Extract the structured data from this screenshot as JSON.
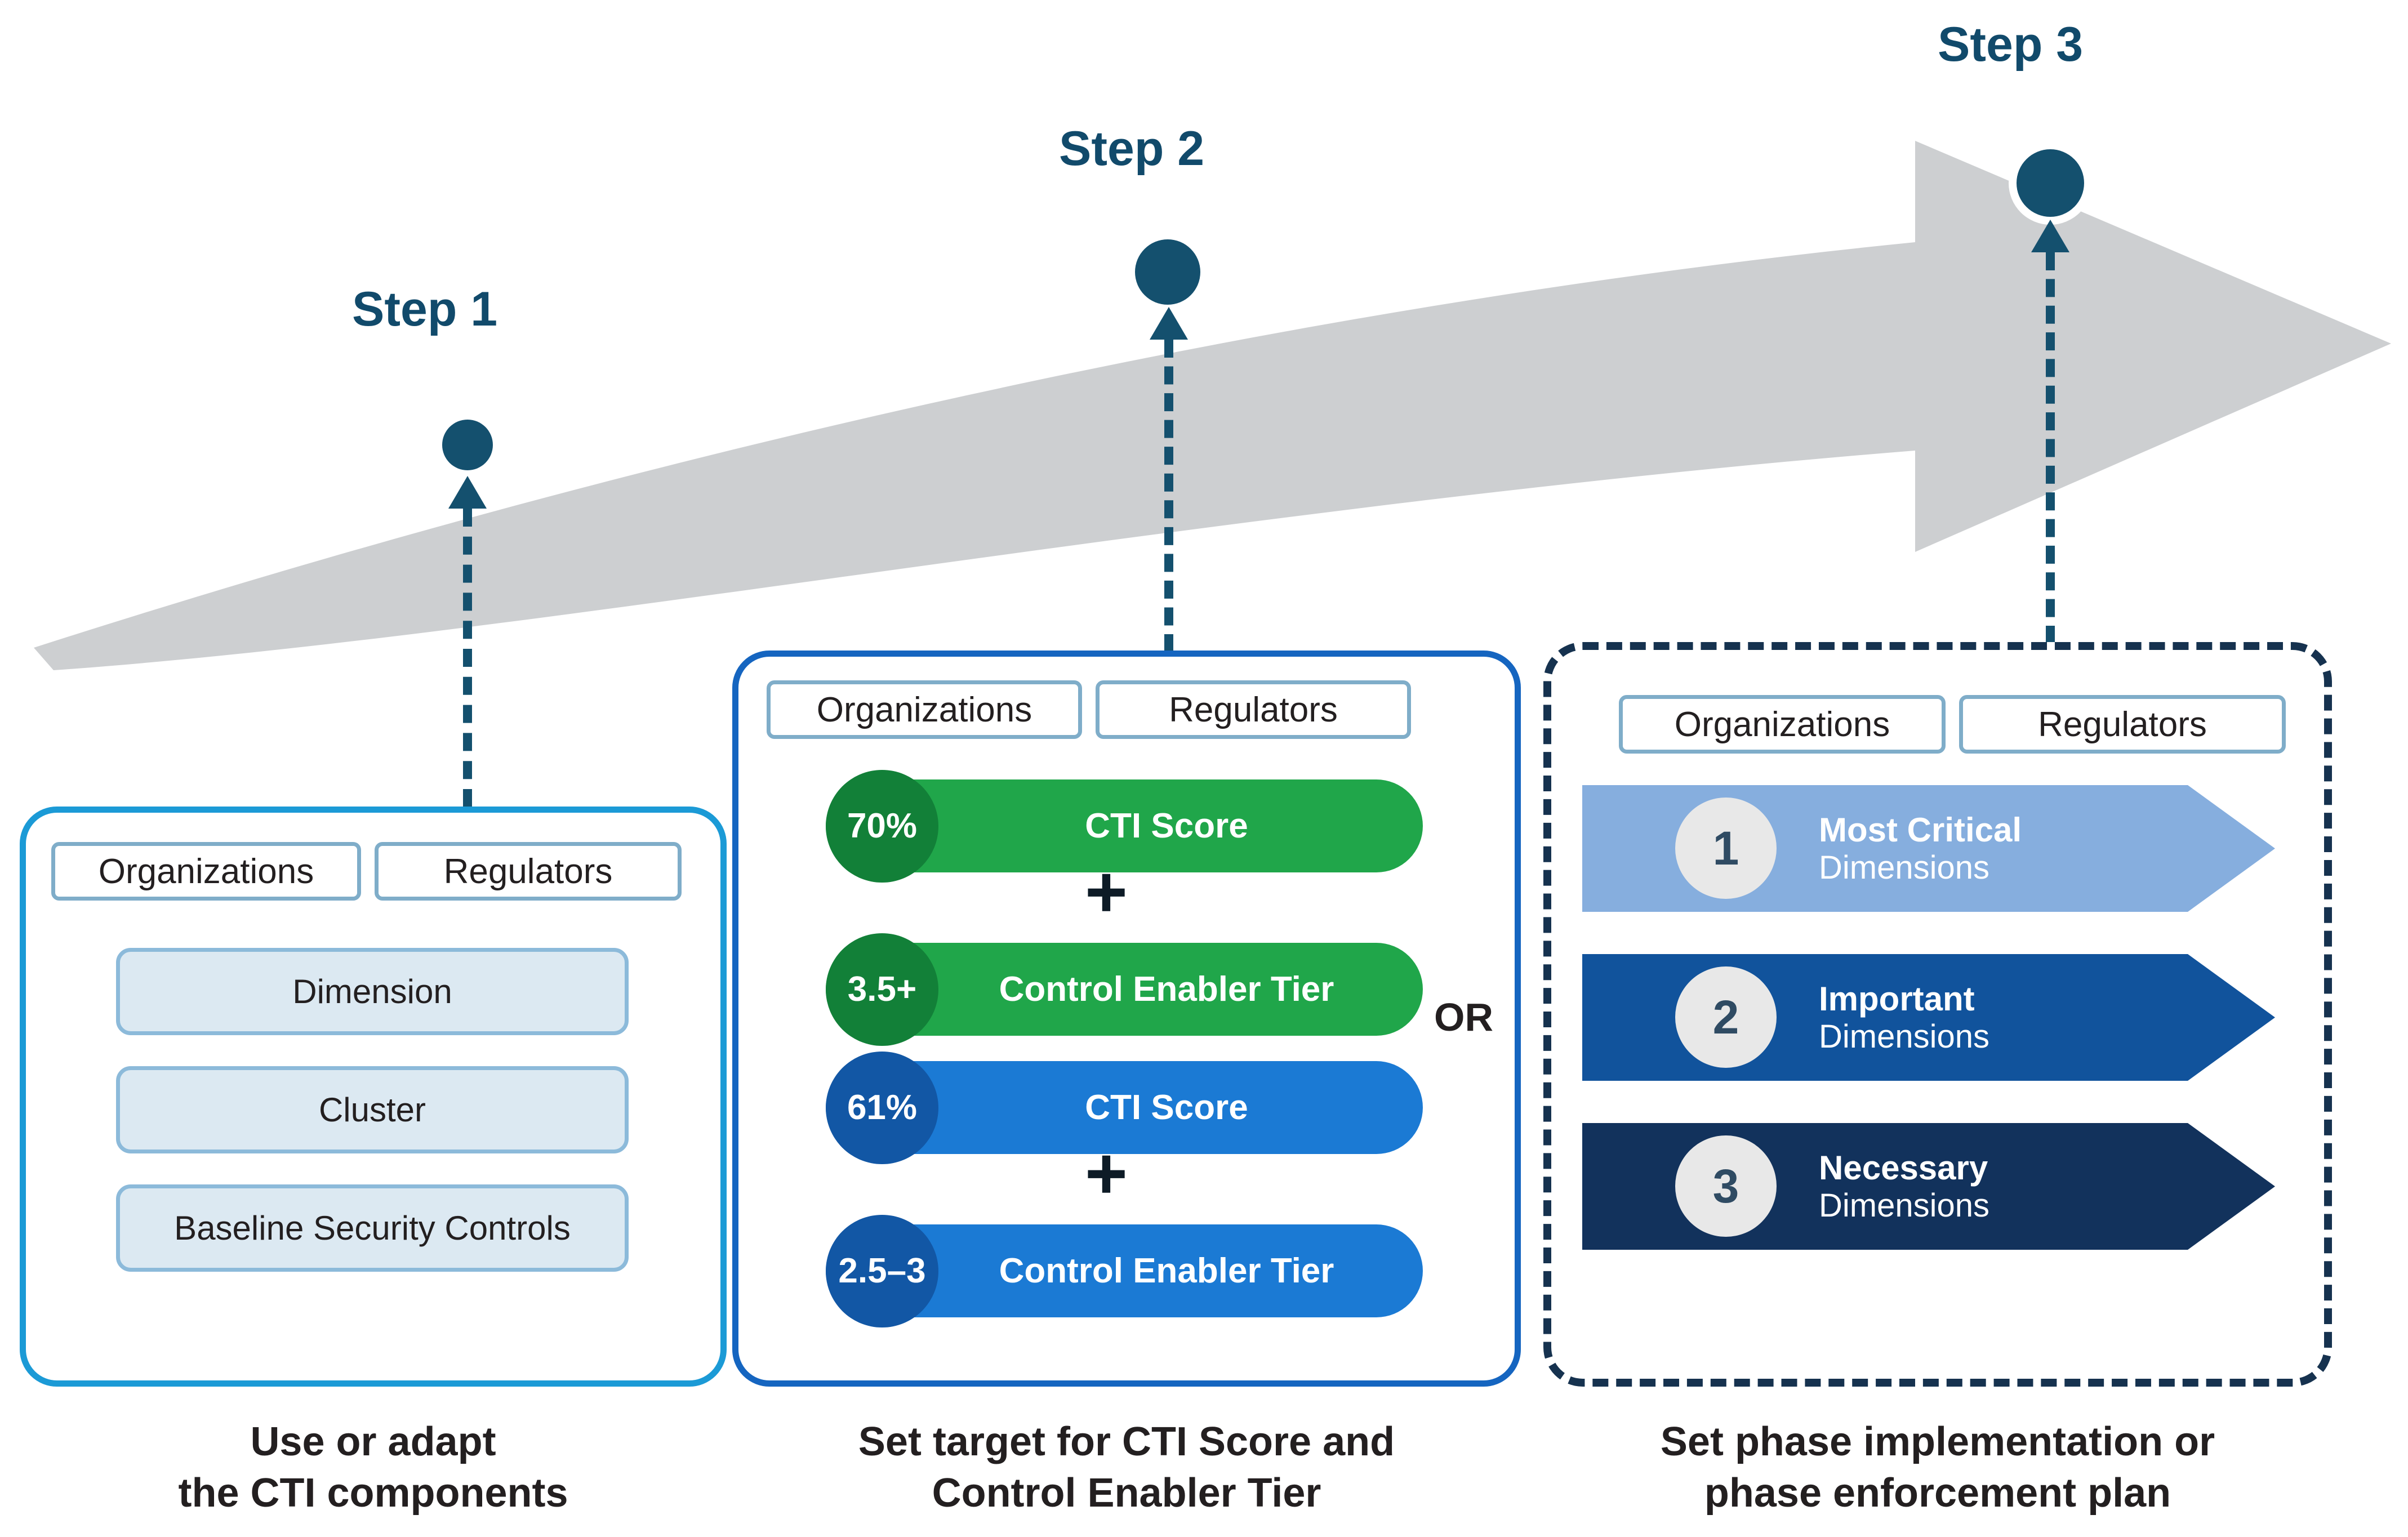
{
  "diagram": {
    "title_implied": "CTI three-step adoption roadmap",
    "milestones": [
      {
        "label": "Step 1"
      },
      {
        "label": "Step 2"
      },
      {
        "label": "Step 3"
      }
    ]
  },
  "actors": {
    "organizations": "Organizations",
    "regulators": "Regulators"
  },
  "panel1": {
    "caption_line1": "Use or adapt",
    "caption_line2": "the CTI components",
    "components": [
      {
        "label": "Dimension"
      },
      {
        "label": "Cluster"
      },
      {
        "label": "Baseline Security Controls"
      }
    ]
  },
  "panel2": {
    "caption_line1": "Set target for CTI Score and",
    "caption_line2": "Control Enabler Tier",
    "or_label": "OR",
    "plus_label": "+",
    "option_a": [
      {
        "value": "70%",
        "label": "CTI Score"
      },
      {
        "value": "3.5+",
        "label": "Control Enabler Tier"
      }
    ],
    "option_b": [
      {
        "value": "61%",
        "label": "CTI Score"
      },
      {
        "value": "2.5–3",
        "label": "Control Enabler Tier"
      }
    ]
  },
  "panel3": {
    "caption_line1": "Set phase implementation or",
    "caption_line2": "phase enforcement plan",
    "phases": [
      {
        "number": "1",
        "title": "Most Critical",
        "subtitle": "Dimensions"
      },
      {
        "number": "2",
        "title": "Important",
        "subtitle": "Dimensions"
      },
      {
        "number": "3",
        "title": "Necessary",
        "subtitle": "Dimensions"
      }
    ]
  },
  "colors": {
    "arrow_gray": "#cdcfd1",
    "milestone_navy": "#14506e",
    "panel1_border": "#1b9ad6",
    "panel2_border": "#1565c0",
    "panel3_border": "#16324f",
    "chip_border": "#7fadc9",
    "component_fill": "#dce9f2",
    "green_pill": "#20a64a",
    "green_badge": "#128038",
    "blue_pill": "#1b7ad4",
    "blue_badge": "#1257a5",
    "phase1": "#86aede",
    "phase2": "#11539c",
    "phase3": "#12325c"
  },
  "chart_data": {
    "type": "diagram",
    "title": "CTI adoption roadmap — three steps",
    "steps": [
      {
        "step": "Step 1",
        "caption": "Use or adapt the CTI components",
        "actors": [
          "Organizations",
          "Regulators"
        ],
        "items": [
          "Dimension",
          "Cluster",
          "Baseline Security Controls"
        ]
      },
      {
        "step": "Step 2",
        "caption": "Set target for CTI Score and Control Enabler Tier",
        "actors": [
          "Organizations",
          "Regulators"
        ],
        "option_a": {
          "CTI Score": "70%",
          "Control Enabler Tier": "3.5+"
        },
        "connector": "OR",
        "option_b": {
          "CTI Score": "61%",
          "Control Enabler Tier": "2.5–3"
        }
      },
      {
        "step": "Step 3",
        "caption": "Set phase implementation or phase enforcement plan",
        "actors": [
          "Organizations",
          "Regulators"
        ],
        "phases": [
          {
            "rank": 1,
            "label": "Most Critical Dimensions"
          },
          {
            "rank": 2,
            "label": "Important Dimensions"
          },
          {
            "rank": 3,
            "label": "Necessary Dimensions"
          }
        ]
      }
    ]
  }
}
